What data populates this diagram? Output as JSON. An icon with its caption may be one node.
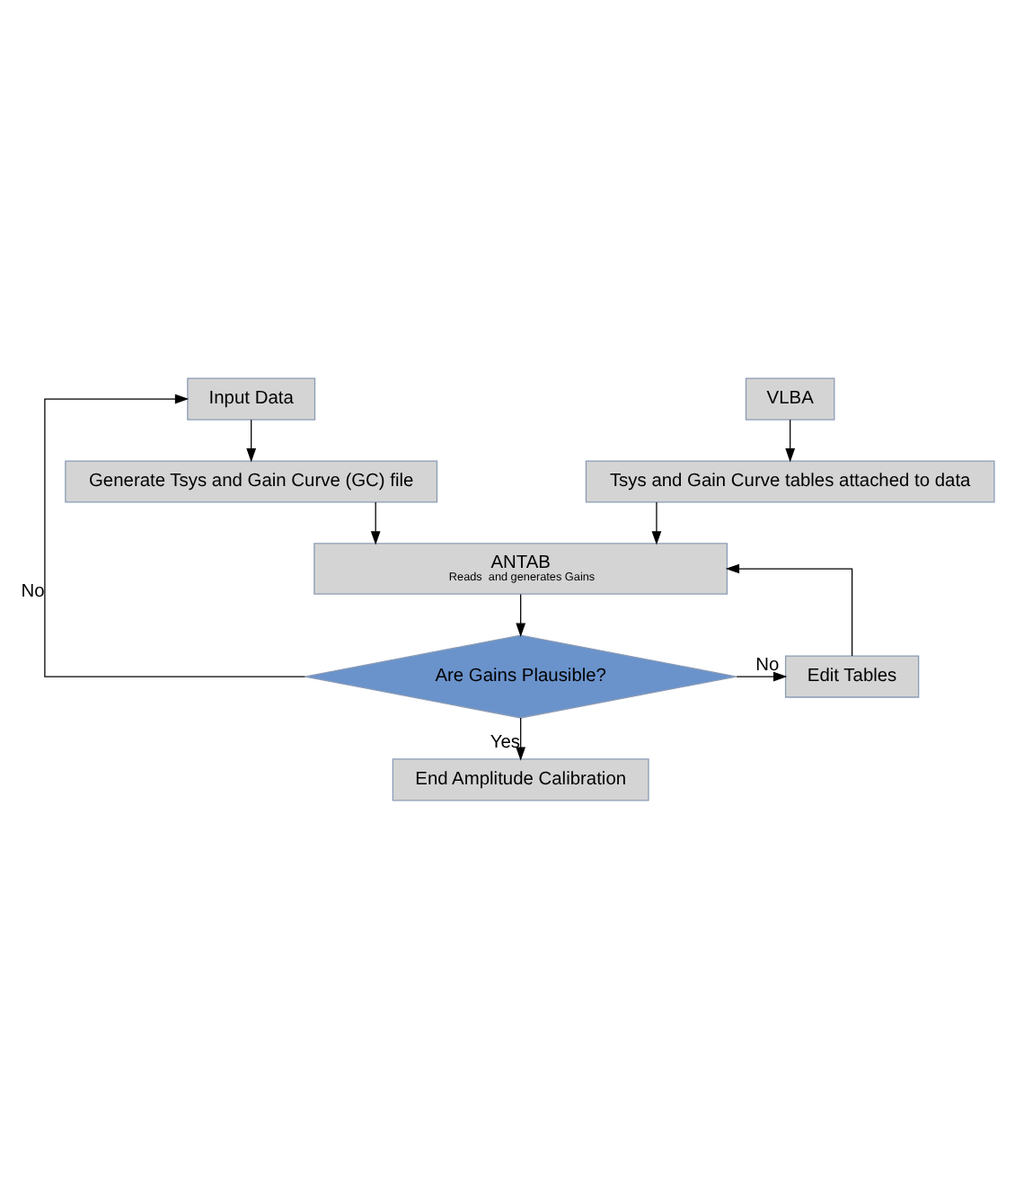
{
  "diagram": {
    "nodes": [
      {
        "text": [
          "Input Data"
        ]
      },
      {
        "text": [
          "VLBA"
        ]
      },
      {
        "text": [
          "Generate Tsys and Gain Curve (GC) file"
        ]
      },
      {
        "text": [
          "Tsys and Gain Curve tables attached to data"
        ]
      },
      {
        "text": [
          "ANTAB",
          "Reads  and generates Gains"
        ]
      },
      {
        "text": [
          "Are Gains Plausible?"
        ]
      },
      {
        "text": [
          "Edit Tables"
        ]
      },
      {
        "text": [
          "End Amplitude Calibration"
        ]
      }
    ],
    "edges": [
      {
        "from": 0,
        "to": 2,
        "arrow": "to"
      },
      {
        "from": 1,
        "to": 3,
        "arrow": "to"
      },
      {
        "from": 2,
        "to": 4,
        "arrow": "to"
      },
      {
        "from": 3,
        "to": 4,
        "arrow": "to"
      },
      {
        "from": 4,
        "to": 5,
        "arrow": "to"
      },
      {
        "from": 5,
        "to": 6,
        "label": "No",
        "arrow": "to"
      },
      {
        "from": 6,
        "to": 4,
        "arrow": "to"
      },
      {
        "from": 5,
        "to": 0,
        "label": "No",
        "arrow": "to"
      },
      {
        "from": 5,
        "to": 7,
        "label": "Yes",
        "arrow": "to"
      }
    ]
  }
}
